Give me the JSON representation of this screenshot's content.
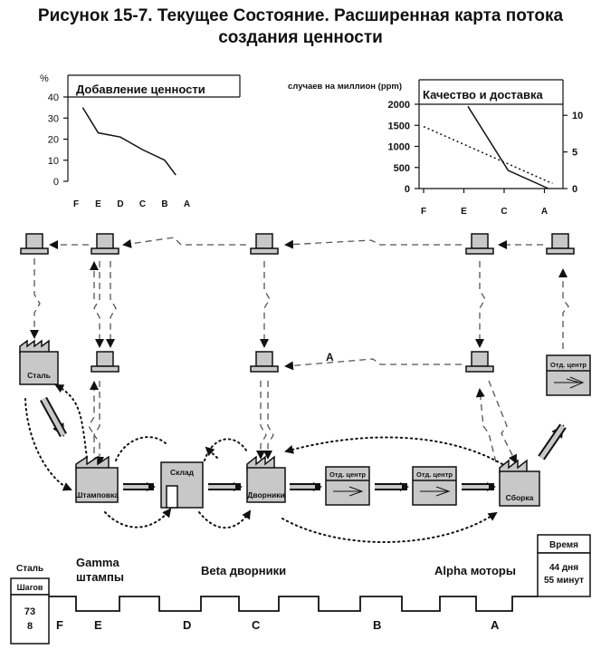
{
  "title": {
    "line1": "Рисунок 15-7. Текущее Состояние. Расширенная карта потока",
    "line2": "создания ценности"
  },
  "chart_data": [
    {
      "type": "line",
      "title": "Добавление ценности",
      "ylabel": "%",
      "yticks": [
        0,
        10,
        20,
        30,
        40
      ],
      "ylim": [
        0,
        40
      ],
      "categories": [
        "F",
        "E",
        "D",
        "C",
        "B",
        "A"
      ],
      "x": [
        0.3,
        1,
        2,
        3,
        4,
        4.5
      ],
      "values": [
        35,
        23,
        21,
        15,
        10,
        3
      ]
    },
    {
      "type": "line",
      "title": "Качество и доставка",
      "ylabel": "случаев на миллион (ppm)",
      "categories": [
        "F",
        "E",
        "C",
        "A"
      ],
      "yticks_left": [
        0,
        500,
        1000,
        1500,
        2000
      ],
      "yticks_right": [
        0,
        5,
        10
      ],
      "ylim_left": [
        0,
        2000
      ],
      "ylim_right": [
        0,
        13
      ],
      "series": [
        {
          "style": "solid",
          "x": [
            1.1,
            2.1,
            3.1
          ],
          "values": [
            1950,
            430,
            0
          ]
        },
        {
          "style": "dotted",
          "x": [
            0,
            3.2
          ],
          "values": [
            1470,
            120
          ]
        }
      ]
    }
  ],
  "flow": {
    "steel": "Сталь",
    "stamping": "Штамповка",
    "warehouse": "Склад",
    "janitor": "Дворники",
    "dist_center": "Отд. центр",
    "assembly": "Сборка",
    "dist_center_top": "Отд. центр",
    "a_label": "A"
  },
  "timeline": {
    "steel": "Сталь",
    "steps_label": "Шагов",
    "steps_values": [
      "73",
      "8"
    ],
    "gamma_line1": "Gamma",
    "gamma_line2": "штампы",
    "beta": "Beta дворники",
    "alpha": "Alpha моторы",
    "time_label": "Время",
    "time_values": [
      "44 дня",
      "55 минут"
    ],
    "letters": [
      "F",
      "E",
      "D",
      "C",
      "B",
      "A"
    ]
  }
}
